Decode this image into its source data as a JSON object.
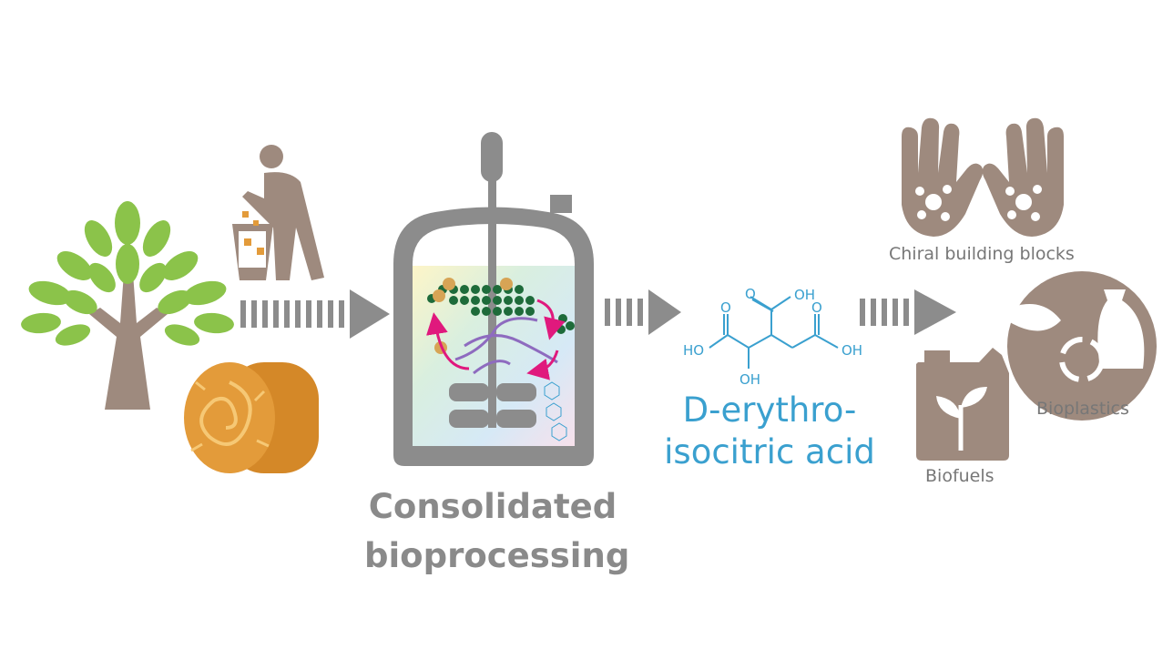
{
  "colors": {
    "leaf_green": "#8bc34a",
    "trunk_brown": "#9e8a7e",
    "hay_orange": "#e39b3a",
    "arrow_gray": "#8c8c8c",
    "reactor_gray": "#8c8c8c",
    "chem_blue": "#3aa0cf",
    "polymer_green": "#1e6b3a",
    "enzyme_magenta": "#e0197d",
    "fiber_purple": "#8e6bbf",
    "label_gray": "#777777"
  },
  "process": {
    "line1": "Consolidated",
    "line2": "bioprocessing"
  },
  "product": {
    "name_line1": "D-erythro-",
    "name_line2": "isocitric acid",
    "structure_labels": {
      "oh_top": "OH",
      "o_top": "O",
      "o_left": "O",
      "ho_left": "HO",
      "o_right": "O",
      "oh_right": "OH",
      "oh_bottom": "OH"
    }
  },
  "applications": {
    "chiral": "Chiral building blocks",
    "bioplastics": "Bioplastics",
    "biofuels": "Biofuels"
  },
  "icons": [
    "tree-icon",
    "person-disposing-waste-icon",
    "hay-bale-icon",
    "bioreactor-icon",
    "hands-with-molecule-icon",
    "jerrycan-plant-icon",
    "recycle-bottle-leaf-icon",
    "arrow-right-icon"
  ]
}
